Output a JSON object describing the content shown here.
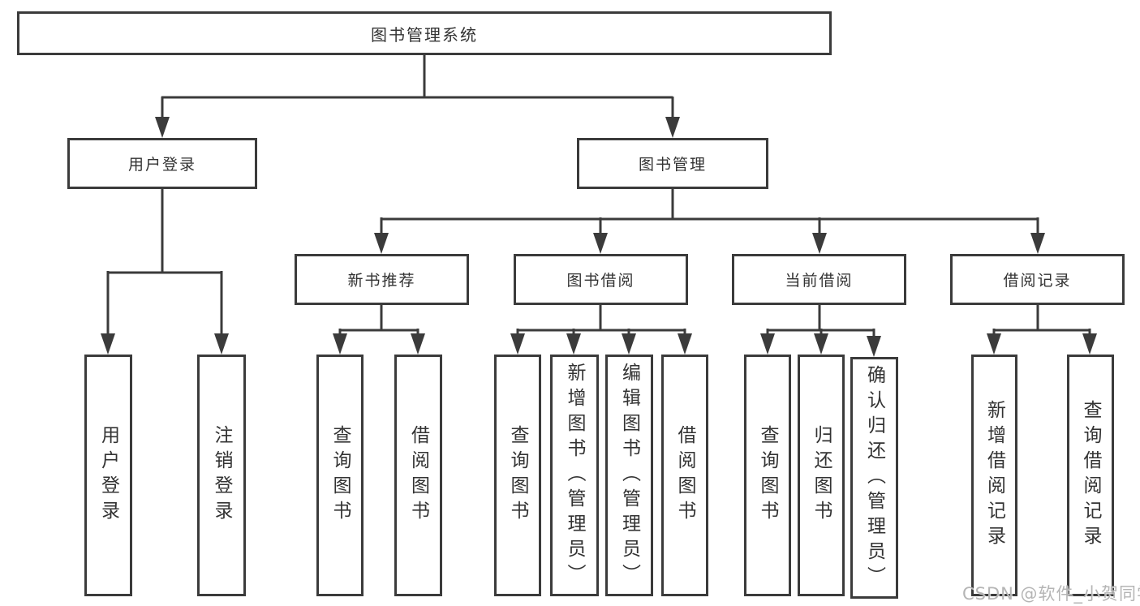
{
  "tree": {
    "label": "图书管理系统",
    "children": [
      {
        "label": "用户登录",
        "children": [
          {
            "label": "用户登录"
          },
          {
            "label": "注销登录"
          }
        ]
      },
      {
        "label": "图书管理",
        "children": [
          {
            "label": "新书推荐",
            "children": [
              {
                "label": "查询图书"
              },
              {
                "label": "借阅图书"
              }
            ]
          },
          {
            "label": "图书借阅",
            "children": [
              {
                "label": "查询图书"
              },
              {
                "label": "新增图书（管理员）"
              },
              {
                "label": "编辑图书（管理员）"
              },
              {
                "label": "借阅图书"
              }
            ]
          },
          {
            "label": "当前借阅",
            "children": [
              {
                "label": "查询图书"
              },
              {
                "label": "归还图书"
              },
              {
                "label": "确认归还（管理员）"
              }
            ]
          },
          {
            "label": "借阅记录",
            "children": [
              {
                "label": "新增借阅记录"
              },
              {
                "label": "查询借阅记录"
              }
            ]
          }
        ]
      }
    ]
  },
  "watermark": "CSDN @软件_小贺同学",
  "colors": {
    "line": "#3b3b3b",
    "text": "#333333",
    "box_background": "#ffffff",
    "watermark": "#b5b5b5"
  }
}
